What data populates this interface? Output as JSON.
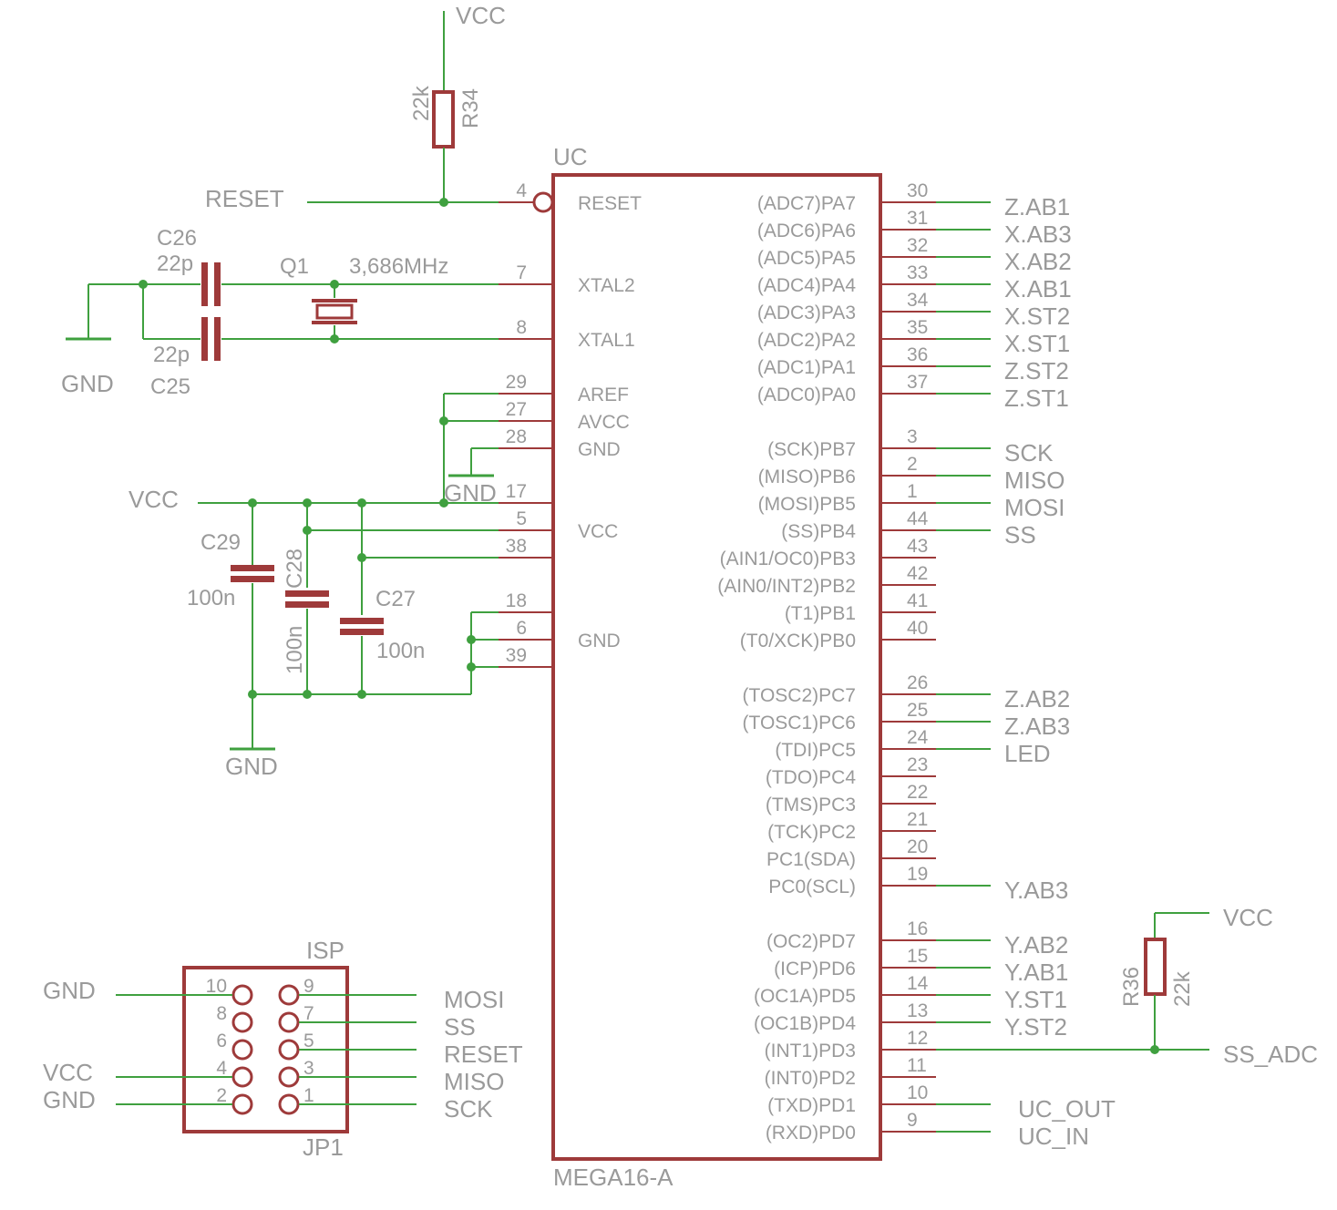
{
  "uc": {
    "name": "UC",
    "value": "MEGA16-A",
    "left_pins": [
      {
        "num": "4",
        "name": "RESET"
      },
      {
        "num": "7",
        "name": "XTAL2"
      },
      {
        "num": "8",
        "name": "XTAL1"
      },
      {
        "num": "29",
        "name": "AREF"
      },
      {
        "num": "27",
        "name": "AVCC"
      },
      {
        "num": "28",
        "name": "GND"
      },
      {
        "num": "17",
        "name": ""
      },
      {
        "num": "5",
        "name": "VCC"
      },
      {
        "num": "38",
        "name": ""
      },
      {
        "num": "18",
        "name": ""
      },
      {
        "num": "6",
        "name": "GND"
      },
      {
        "num": "39",
        "name": ""
      }
    ],
    "right_pins": [
      {
        "num": "30",
        "name": "(ADC7)PA7",
        "net": "Z.AB1"
      },
      {
        "num": "31",
        "name": "(ADC6)PA6",
        "net": "X.AB3"
      },
      {
        "num": "32",
        "name": "(ADC5)PA5",
        "net": "X.AB2"
      },
      {
        "num": "33",
        "name": "(ADC4)PA4",
        "net": "X.AB1"
      },
      {
        "num": "34",
        "name": "(ADC3)PA3",
        "net": "X.ST2"
      },
      {
        "num": "35",
        "name": "(ADC2)PA2",
        "net": "X.ST1"
      },
      {
        "num": "36",
        "name": "(ADC1)PA1",
        "net": "Z.ST2"
      },
      {
        "num": "37",
        "name": "(ADC0)PA0",
        "net": "Z.ST1"
      },
      {
        "num": "3",
        "name": "(SCK)PB7",
        "net": "SCK"
      },
      {
        "num": "2",
        "name": "(MISO)PB6",
        "net": "MISO"
      },
      {
        "num": "1",
        "name": "(MOSI)PB5",
        "net": "MOSI"
      },
      {
        "num": "44",
        "name": "(SS)PB4",
        "net": "SS"
      },
      {
        "num": "43",
        "name": "(AIN1/OC0)PB3",
        "net": ""
      },
      {
        "num": "42",
        "name": "(AIN0/INT2)PB2",
        "net": ""
      },
      {
        "num": "41",
        "name": "(T1)PB1",
        "net": ""
      },
      {
        "num": "40",
        "name": "(T0/XCK)PB0",
        "net": ""
      },
      {
        "num": "26",
        "name": "(TOSC2)PC7",
        "net": "Z.AB2"
      },
      {
        "num": "25",
        "name": "(TOSC1)PC6",
        "net": "Z.AB3"
      },
      {
        "num": "24",
        "name": "(TDI)PC5",
        "net": "LED"
      },
      {
        "num": "23",
        "name": "(TDO)PC4",
        "net": ""
      },
      {
        "num": "22",
        "name": "(TMS)PC3",
        "net": ""
      },
      {
        "num": "21",
        "name": "(TCK)PC2",
        "net": ""
      },
      {
        "num": "20",
        "name": "PC1(SDA)",
        "net": ""
      },
      {
        "num": "19",
        "name": "PC0(SCL)",
        "net": "Y.AB3"
      },
      {
        "num": "16",
        "name": "(OC2)PD7",
        "net": "Y.AB2"
      },
      {
        "num": "15",
        "name": "(ICP)PD6",
        "net": "Y.AB1"
      },
      {
        "num": "14",
        "name": "(OC1A)PD5",
        "net": "Y.ST1"
      },
      {
        "num": "13",
        "name": "(OC1B)PD4",
        "net": "Y.ST2"
      },
      {
        "num": "12",
        "name": "(INT1)PD3",
        "net": ""
      },
      {
        "num": "11",
        "name": "(INT0)PD2",
        "net": ""
      },
      {
        "num": "10",
        "name": "(TXD)PD1",
        "net": "UC_OUT"
      },
      {
        "num": "9",
        "name": "(RXD)PD0",
        "net": "UC_IN"
      }
    ]
  },
  "r34": {
    "name": "R34",
    "value": "22k"
  },
  "r36": {
    "name": "R36",
    "value": "22k"
  },
  "q1": {
    "name": "Q1",
    "value": "3,686MHz"
  },
  "c25": {
    "name": "C25",
    "value": "22p"
  },
  "c26": {
    "name": "C26",
    "value": "22p"
  },
  "c27": {
    "name": "C27",
    "value": "100n"
  },
  "c28": {
    "name": "C28",
    "value": "100n"
  },
  "c29": {
    "name": "C29",
    "value": "100n"
  },
  "nets": {
    "vcc": "VCC",
    "gnd": "GND",
    "reset": "RESET",
    "ss_adc": "SS_ADC"
  },
  "isp": {
    "name": "JP1",
    "value": "ISP",
    "pins_left": [
      "10",
      "8",
      "6",
      "4",
      "2"
    ],
    "pins_right": [
      "9",
      "7",
      "5",
      "3",
      "1"
    ],
    "left_nets": [
      "GND",
      "",
      "",
      "VCC",
      "GND"
    ],
    "right_nets": [
      "MOSI",
      "SS",
      "RESET",
      "MISO",
      "SCK"
    ]
  }
}
